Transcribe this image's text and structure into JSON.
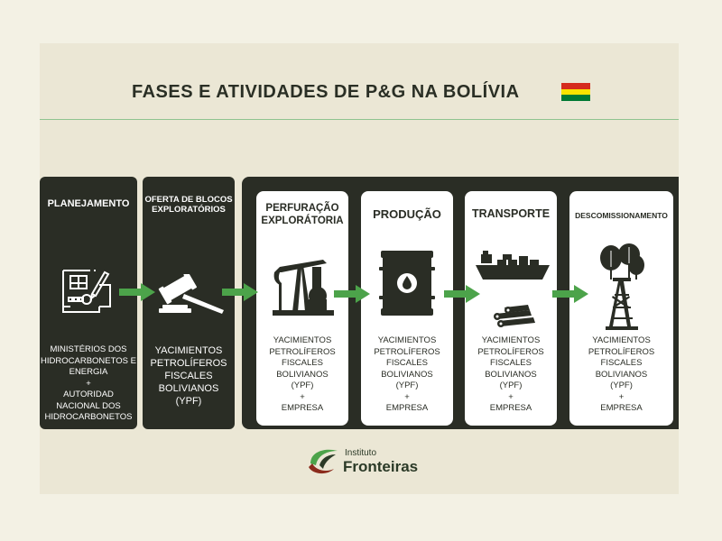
{
  "title": "FASES E ATIVIDADES DE P&G NA BOLÍVIA",
  "flag_colors": [
    "#d52b1e",
    "#f9e300",
    "#007934"
  ],
  "colors": {
    "dark_panel": "#2a2d25",
    "arrow": "#4ca34a",
    "divider": "#8fc48f"
  },
  "stages": [
    {
      "id": "planejamento",
      "title": "PLANEJAMENTO",
      "icon": "blueprint-icon",
      "actors": [
        "MINISTÉRIOS DOS",
        "HIDROCARBONETOS E",
        "ENERGIA",
        "+",
        "AUTORIDAD",
        "NACIONAL DOS",
        "HIDROCARBONETOS"
      ]
    },
    {
      "id": "oferta",
      "title": [
        "OFERTA DE BLOCOS",
        "EXPLORATÓRIOS"
      ],
      "icon": "gavel-icon",
      "actors": [
        "YACIMIENTOS",
        "PETROLÍFEROS",
        "FISCALES",
        "BOLIVIANOS",
        "(YPF)"
      ]
    },
    {
      "id": "perfuracao",
      "title": [
        "PERFURAÇÃO",
        "EXPLORÁTORIA"
      ],
      "icon": "pumpjack-icon",
      "actors": [
        "YACIMIENTOS",
        "PETROLÍFEROS",
        "FISCALES",
        "BOLIVIANOS",
        "(YPF)",
        "+",
        "EMPRESA"
      ]
    },
    {
      "id": "producao",
      "title": "PRODUÇÃO",
      "icon": "oil-barrel-icon",
      "actors": [
        "YACIMIENTOS",
        "PETROLÍFEROS",
        "FISCALES",
        "BOLIVIANOS",
        "(YPF)",
        "+",
        "EMPRESA"
      ]
    },
    {
      "id": "transporte",
      "title": "TRANSPORTE",
      "icon": "ship-pipes-icon",
      "actors": [
        "YACIMIENTOS",
        "PETROLÍFEROS",
        "FISCALES",
        "BOLIVIANOS",
        "(YPF)",
        "+",
        "EMPRESA"
      ]
    },
    {
      "id": "descomissionamento",
      "title": "DESCOMISSIONAMENTO",
      "icon": "trees-derrick-icon",
      "actors": [
        "YACIMIENTOS",
        "PETROLÍFEROS",
        "FISCALES",
        "BOLIVIANOS",
        "(YPF)",
        "+",
        "EMPRESA"
      ]
    }
  ],
  "logo": {
    "line1": "Instituto",
    "line2": "Fronteiras"
  }
}
